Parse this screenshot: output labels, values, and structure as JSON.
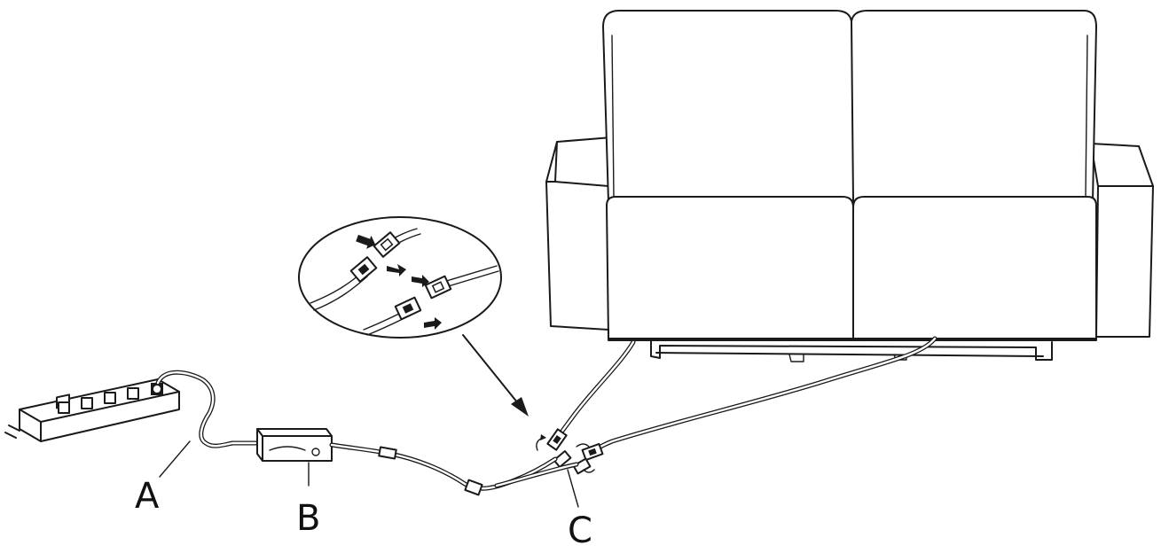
{
  "labels": {
    "a": "A",
    "b": "B",
    "c": "C"
  },
  "colors": {
    "line": "#1a1a1a",
    "background": "#ffffff"
  }
}
